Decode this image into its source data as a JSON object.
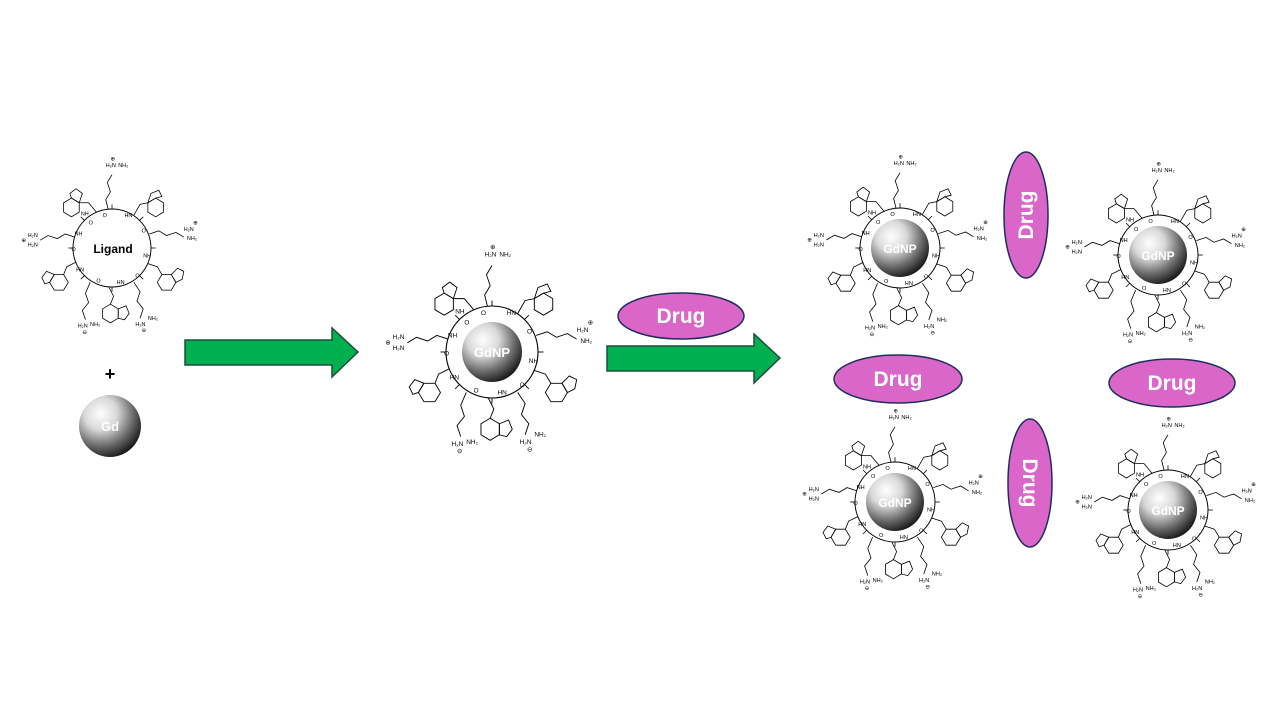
{
  "ligand_label": "Ligand",
  "plus_sign": "+",
  "gd_label": "Gd",
  "nanoparticle_label": "GdNP",
  "drug_label": "Drug",
  "colors": {
    "arrow_fill": "#00b050",
    "arrow_stroke": "#1f4e3d",
    "drug_fill": "#d966c8",
    "drug_stroke": "#1f2f5c",
    "sphere_dark": "#1a1a1a",
    "sphere_light": "#ffffff"
  },
  "icons": {
    "arrow": "right-arrow-icon",
    "sphere": "sphere-icon",
    "peptide": "cyclic-peptide-structure"
  }
}
